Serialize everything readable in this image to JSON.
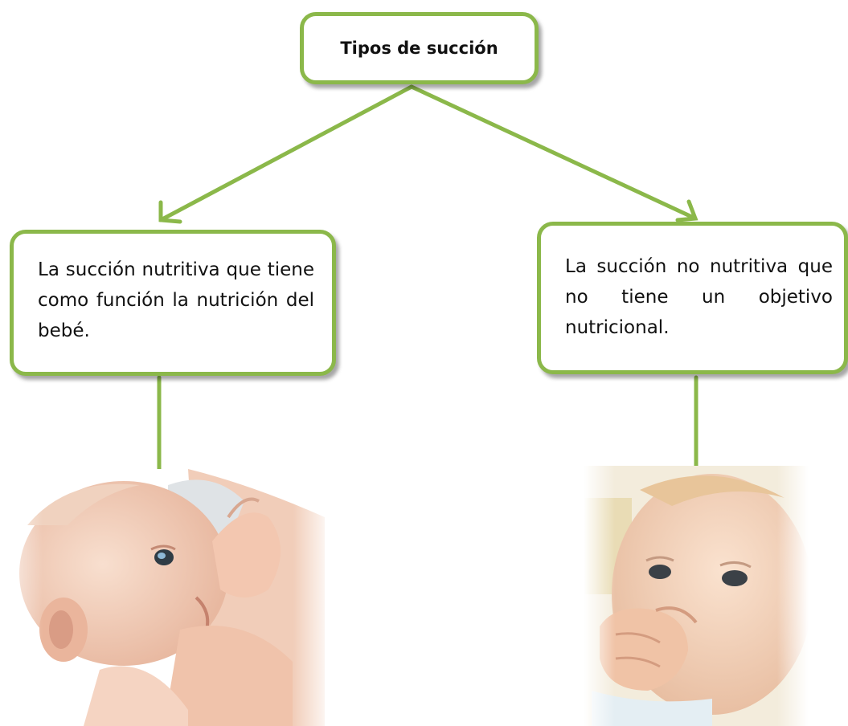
{
  "diagram": {
    "title": "Tipos de succión",
    "left_node": "La succión nutritiva que tiene como función la nutrición del bebé.",
    "right_node": "La succión no nutritiva que no tiene un objetivo nutricional.",
    "accent_color": "#8bb84a"
  },
  "images": {
    "left": "baby-breastfeeding-photo",
    "right": "baby-sucking-thumb-photo"
  }
}
